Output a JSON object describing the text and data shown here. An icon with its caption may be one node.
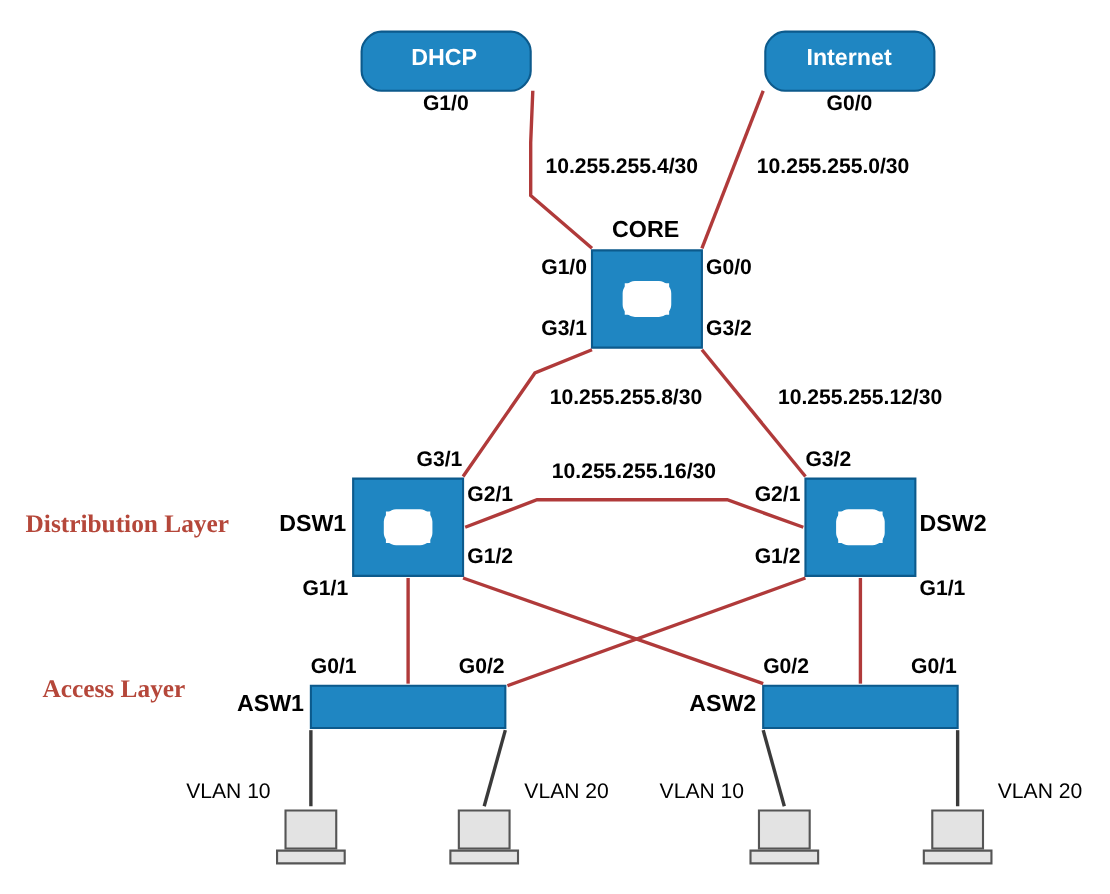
{
  "diagram": {
    "nodes": [
      {
        "text": [
          "DHCP"
        ],
        "beside": [
          "G1/0"
        ]
      },
      {
        "text": [
          "Internet"
        ],
        "beside": [
          "G0/0"
        ]
      },
      {
        "text": [
          "CORE"
        ],
        "beside": [
          "G1/0",
          "G0/0",
          "G3/1",
          "G3/2"
        ]
      },
      {
        "text": [
          "DSW1"
        ],
        "beside": [
          "G3/1",
          "G2/1",
          "G1/2",
          "G1/1"
        ]
      },
      {
        "text": [
          "DSW2"
        ],
        "beside": [
          "G3/2",
          "G2/1",
          "G1/2",
          "G1/1"
        ]
      },
      {
        "text": [
          "ASW1"
        ],
        "beside": [
          "G0/1",
          "G0/2"
        ]
      },
      {
        "text": [
          "ASW2"
        ],
        "beside": [
          "G0/2",
          "G0/1"
        ]
      },
      {
        "text": [],
        "shape": "computer",
        "beside": [
          "VLAN 10"
        ]
      },
      {
        "text": [],
        "shape": "computer",
        "beside": [
          "VLAN 20"
        ]
      },
      {
        "text": [],
        "shape": "computer",
        "beside": [
          "VLAN 10"
        ]
      },
      {
        "text": [],
        "shape": "computer",
        "beside": [
          "VLAN 20"
        ]
      }
    ],
    "edges": [
      {
        "from": 0,
        "to": 2,
        "arrow": "none",
        "label": "10.255.255.4/30"
      },
      {
        "from": 1,
        "to": 2,
        "arrow": "none",
        "label": "10.255.255.0/30"
      },
      {
        "from": 2,
        "to": 3,
        "arrow": "none",
        "label": "10.255.255.8/30"
      },
      {
        "from": 2,
        "to": 4,
        "arrow": "none",
        "label": "10.255.255.12/30"
      },
      {
        "from": 3,
        "to": 4,
        "arrow": "none",
        "label": "10.255.255.16/30"
      },
      {
        "from": 3,
        "to": 5,
        "arrow": "none"
      },
      {
        "from": 3,
        "to": 6,
        "arrow": "none"
      },
      {
        "from": 4,
        "to": 5,
        "arrow": "none"
      },
      {
        "from": 4,
        "to": 6,
        "arrow": "none"
      },
      {
        "from": 5,
        "to": 7,
        "arrow": "none",
        "color": "#3a3a3a"
      },
      {
        "from": 5,
        "to": 8,
        "arrow": "none",
        "color": "#3a3a3a"
      },
      {
        "from": 6,
        "to": 9,
        "arrow": "none",
        "color": "#3a3a3a"
      },
      {
        "from": 6,
        "to": 10,
        "arrow": "none",
        "color": "#3a3a3a"
      }
    ],
    "labels": [
      "Distribution Layer",
      "Access Layer"
    ]
  }
}
